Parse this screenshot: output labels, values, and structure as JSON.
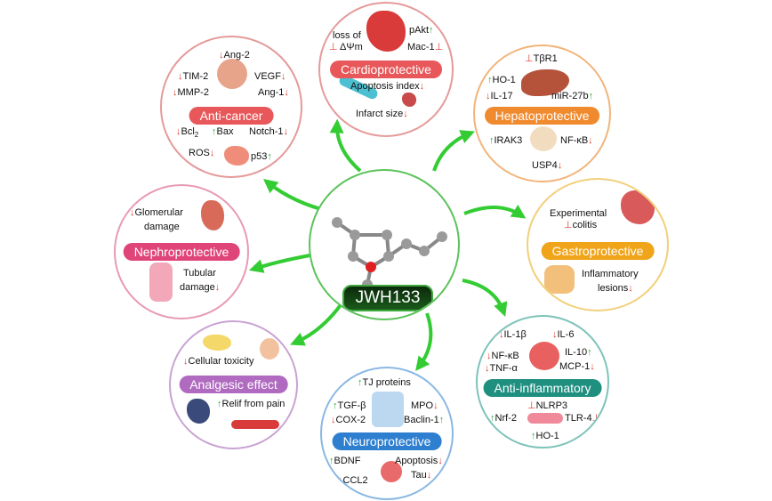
{
  "center": {
    "label": "JWH133"
  },
  "colors": {
    "up_arrow": "#2eaa3a",
    "down_arrow": "#e03a2e",
    "connector": "#33cc33"
  },
  "modules": {
    "cardioprotective": {
      "title": "Cardioprotective",
      "color": "#e8585a",
      "border": "#e59a9a",
      "items": {
        "loss_of_dpsim_line1": "loss of",
        "loss_of_dpsim_line2": "ΔΨm",
        "pakt": "pAkt",
        "mac1": "Mac-1",
        "apoptosis_index": "Apoptosis index",
        "infarct_size": "Infarct size"
      }
    },
    "anticancer": {
      "title": "Anti-cancer",
      "color": "#e8585a",
      "border": "#e59a9a",
      "items": {
        "ang2": "Ang-2",
        "tim2": "TIM-2",
        "vegf": "VEGF",
        "mmp2": "MMP-2",
        "ang1": "Ang-1",
        "bcl2": "Bcl",
        "bcl2_sub": "2",
        "bax": "Bax",
        "notch1": "Notch-1",
        "ros": "ROS",
        "p53": "p53"
      }
    },
    "hepatoprotective": {
      "title": "Hepatoprotective",
      "color": "#f08a2e",
      "border": "#f2b47a",
      "items": {
        "tbr1": "TβR1",
        "ho1": "HO-1",
        "il17": "IL-17",
        "mir27b": "miR-27b",
        "irak3": "IRAK3",
        "nfkb": "NF-κB",
        "usp4": "USP4"
      }
    },
    "gastroprotective": {
      "title": "Gastroprotective",
      "color": "#f0a41a",
      "border": "#f2cf7a",
      "items": {
        "colitis_line1": "Experimental",
        "colitis_line2": "colitis",
        "lesions_line1": "Inflammatory",
        "lesions_line2": "lesions"
      }
    },
    "nephroprotective": {
      "title": "Nephroprotective",
      "color": "#e0457a",
      "border": "#e79ab5",
      "items": {
        "glomerular_line1": "Glomerular",
        "glomerular_line2": "damage",
        "tubular_line1": "Tubular",
        "tubular_line2": "damage"
      }
    },
    "analgesic": {
      "title": "Analgesic effect",
      "color": "#b06ac0",
      "border": "#c9a3d2",
      "items": {
        "cellular_toxicity": "Cellular toxicity",
        "relief": "Relif from pain"
      }
    },
    "neuroprotective": {
      "title": "Neuroprotective",
      "color": "#2e7fd0",
      "border": "#8ab8e3",
      "items": {
        "tj": "TJ proteins",
        "tgfb": "TGF-β",
        "mpo": "MPO",
        "cox2": "COX-2",
        "baclin1": "Baclin-1",
        "bdnf": "BDNF",
        "apoptosis": "Apoptosis",
        "tau": "Tau",
        "ccl2": "CCL2"
      }
    },
    "antiinflammatory": {
      "title": "Anti-inflammatory",
      "color": "#1f8f80",
      "border": "#7ec3b9",
      "items": {
        "il1b": "IL-1β",
        "il6": "IL-6",
        "nfkb": "NF-κB",
        "il10": "IL-10",
        "tnfa": "TNF-α",
        "mcp1": "MCP-1",
        "nlrp3": "NLRP3",
        "nrf2": "Nrf-2",
        "tlr4": "TLR-4",
        "ho1": "HO-1"
      }
    }
  }
}
